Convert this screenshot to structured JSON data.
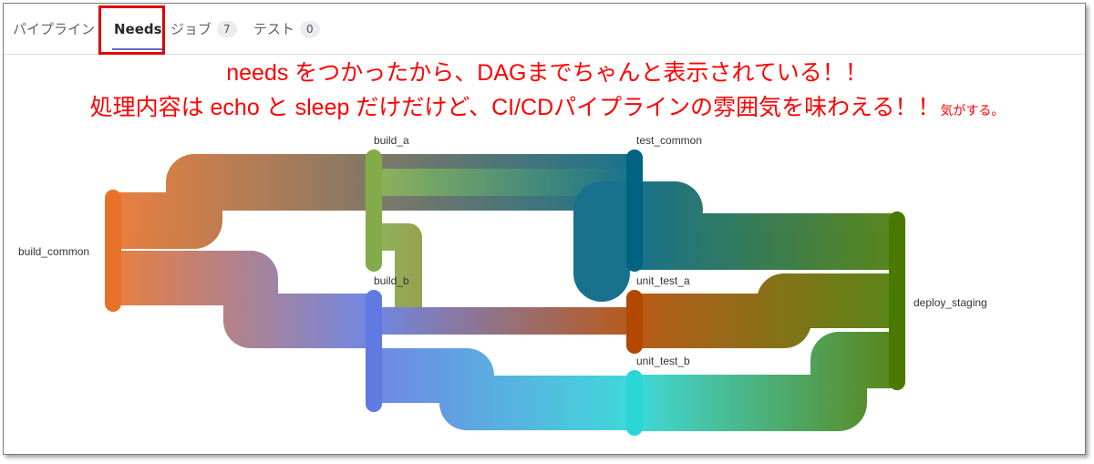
{
  "tabs": [
    {
      "label": "パイプライン",
      "active": false
    },
    {
      "label": "Needs",
      "active": true
    },
    {
      "label": "ジョブ",
      "count": "7",
      "active": false
    },
    {
      "label": "テスト",
      "count": "0",
      "active": false
    }
  ],
  "annotation": {
    "line1": "needs をつかったから、DAGまでちゃんと表示されている！！",
    "line2_main": "処理内容は echo と sleep だけだけど、CI/CDパイプラインの雰囲気を味わえる！！",
    "line2_small": "気がする。"
  },
  "dag": {
    "nodes": [
      {
        "id": "build_common",
        "label": "build_common",
        "color": "#e8712a"
      },
      {
        "id": "build_a",
        "label": "build_a",
        "color": "#83ab4a"
      },
      {
        "id": "build_b",
        "label": "build_b",
        "color": "#617ae2"
      },
      {
        "id": "test_common",
        "label": "test_common",
        "color": "#006381"
      },
      {
        "id": "unit_test_a",
        "label": "unit_test_a",
        "color": "#b24800"
      },
      {
        "id": "unit_test_b",
        "label": "unit_test_b",
        "color": "#2ad6d6"
      },
      {
        "id": "deploy_staging",
        "label": "deploy_staging",
        "color": "#487900"
      }
    ],
    "links": [
      {
        "source": "build_common",
        "target": "test_common"
      },
      {
        "source": "build_common",
        "target": "build_b"
      },
      {
        "source": "build_a",
        "target": "test_common"
      },
      {
        "source": "build_a",
        "target": "unit_test_a"
      },
      {
        "source": "build_b",
        "target": "unit_test_a"
      },
      {
        "source": "build_b",
        "target": "unit_test_b"
      },
      {
        "source": "test_common",
        "target": "deploy_staging"
      },
      {
        "source": "unit_test_a",
        "target": "deploy_staging"
      },
      {
        "source": "unit_test_b",
        "target": "deploy_staging"
      }
    ]
  }
}
